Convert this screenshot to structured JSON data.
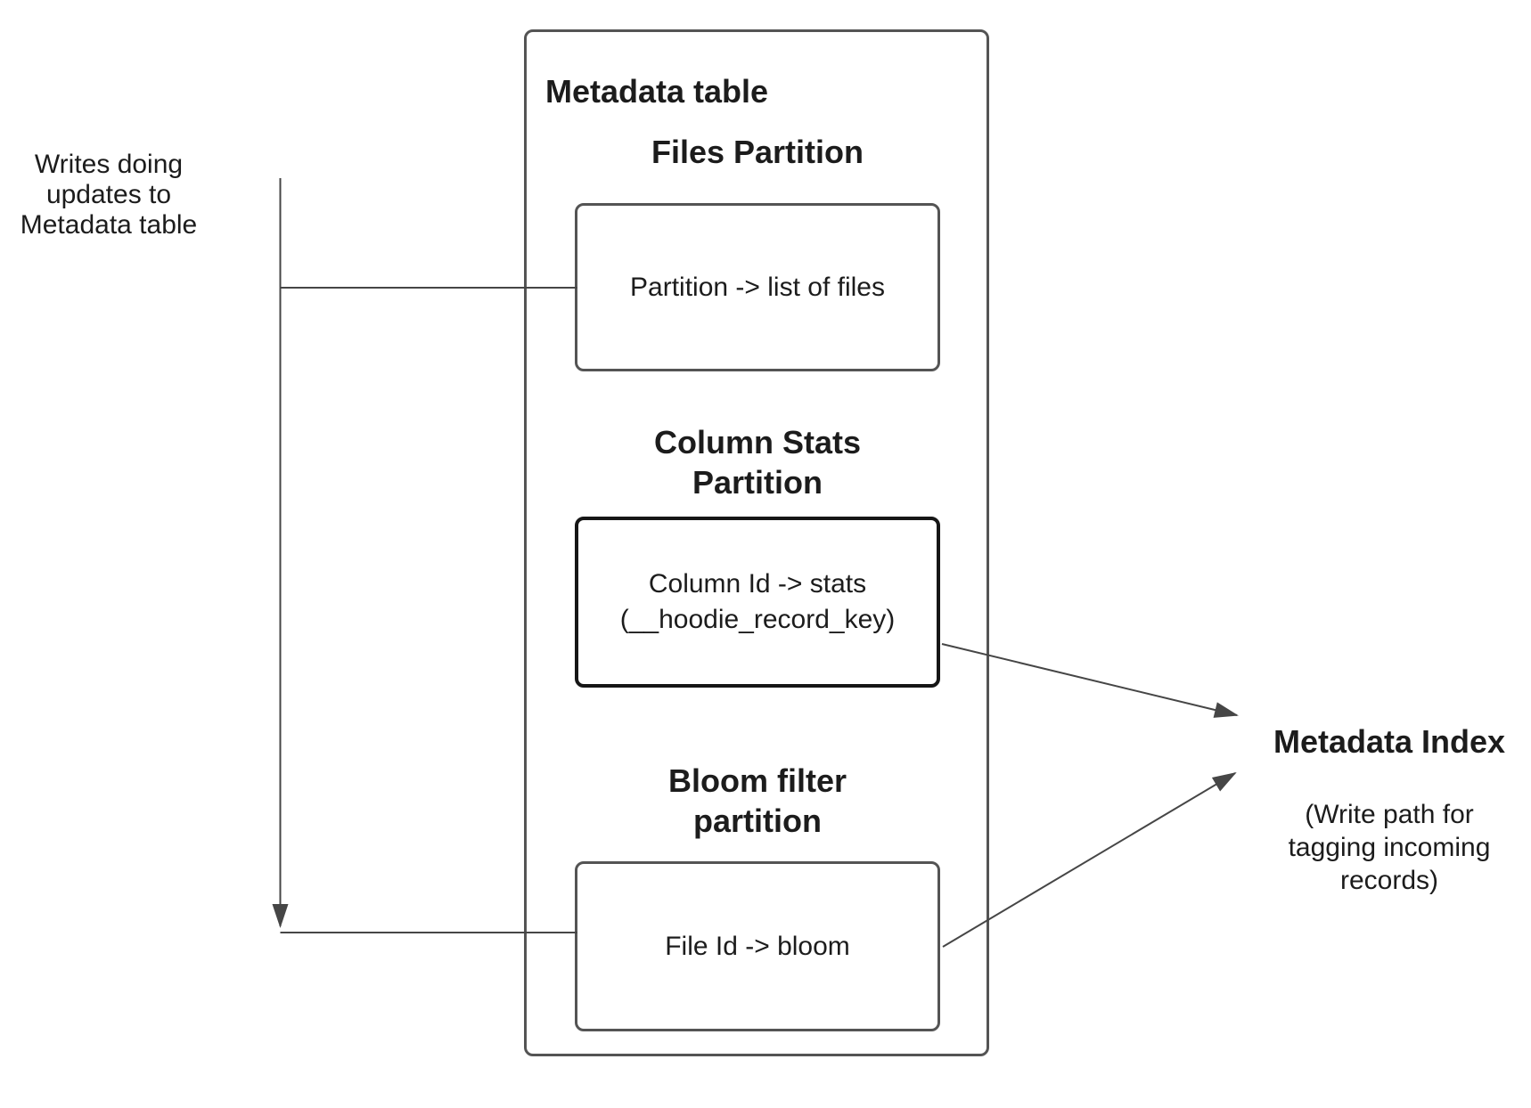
{
  "left_note": "Writes doing\nupdates to\nMetadata table",
  "metadata_table": {
    "label": "Metadata table",
    "files": {
      "title": "Files Partition",
      "mapping": "Partition -> list of files"
    },
    "column_stats": {
      "title": "Column Stats\nPartition",
      "mapping": "Column Id  -> stats\n(__hoodie_record_key)"
    },
    "bloom": {
      "title": "Bloom filter\npartition",
      "mapping": "File Id -> bloom"
    }
  },
  "metadata_index": {
    "title": "Metadata Index",
    "note": "(Write path for\ntagging incoming\nrecords)"
  },
  "colors": {
    "box_border": "#545454",
    "emphasis_border": "#161616",
    "connector": "#464646",
    "text": "#1c1c1c",
    "canvas_bg": "#ffffff"
  }
}
